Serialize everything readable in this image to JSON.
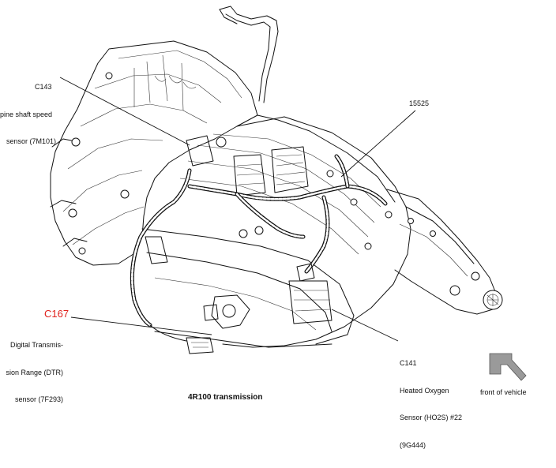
{
  "diagram": {
    "caption": "4R100 transmission",
    "labels": {
      "c143": {
        "code": "C143",
        "line1": "pine shaft speed",
        "line2": "sensor (7M101)"
      },
      "harness": {
        "code": "15525"
      },
      "c167": {
        "code": "C167",
        "line1": "Digital Transmis-",
        "line2": "sion Range (DTR)",
        "line3": "sensor (7F293)"
      },
      "c141": {
        "code": "C141",
        "line1": "Heated Oxygen",
        "line2": "Sensor (HO2S) #22",
        "line3": "(9G444)"
      },
      "front": {
        "text": "front of vehicle"
      }
    },
    "colors": {
      "line": "#111111",
      "callout_red": "#e0201b",
      "arrow_fill": "#9a9a9a"
    },
    "icons": [
      "front-direction-arrow-icon"
    ]
  }
}
